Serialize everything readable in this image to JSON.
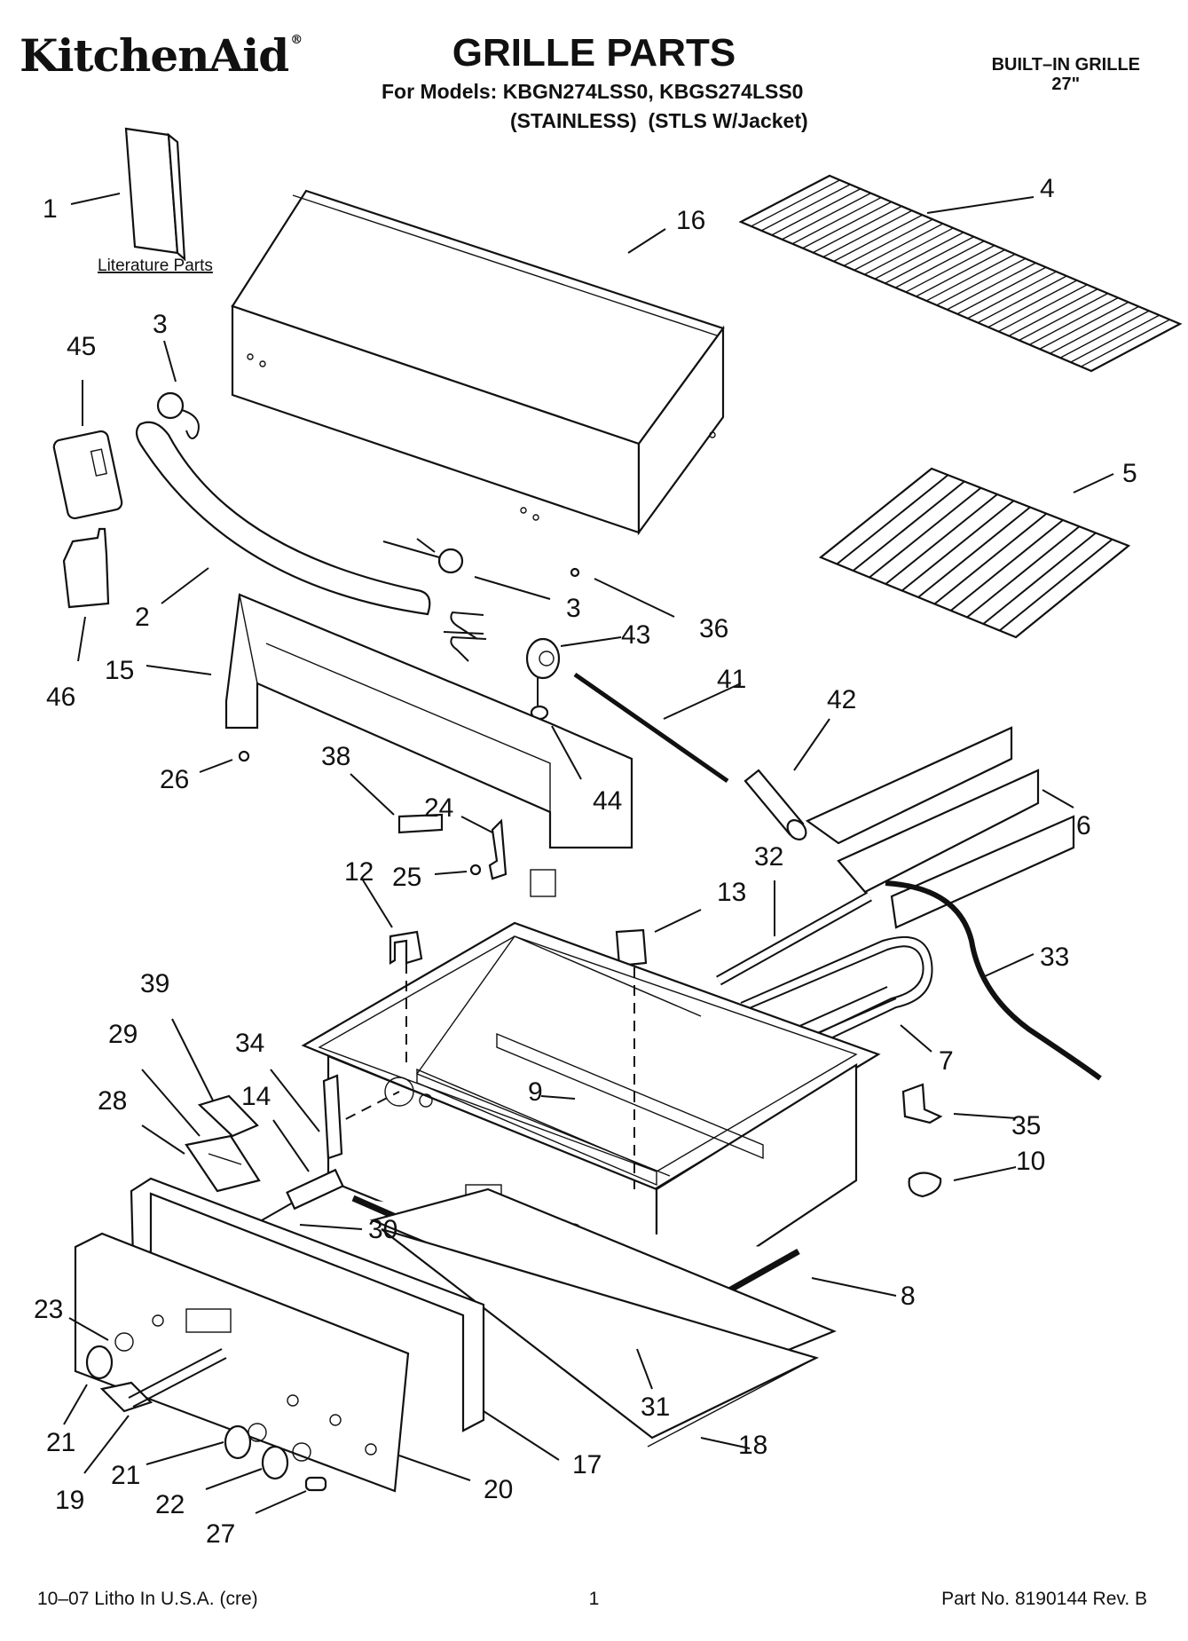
{
  "header": {
    "brand": "KitchenAid",
    "brand_mark": "®",
    "title": "GRILLE PARTS",
    "models_line": "For Models: KBGN274LSS0, KBGS274LSS0",
    "variants_line": "(STAINLESS)  (STLS W/Jacket)",
    "product_type": "BUILT–IN GRILLE",
    "product_size": "27\""
  },
  "literature_label": "Literature Parts",
  "callouts": [
    "1",
    "16",
    "4",
    "3",
    "45",
    "5",
    "2",
    "3",
    "36",
    "43",
    "15",
    "46",
    "41",
    "42",
    "26",
    "38",
    "44",
    "24",
    "6",
    "12",
    "25",
    "32",
    "13",
    "33",
    "39",
    "7",
    "29",
    "34",
    "35",
    "28",
    "14",
    "9",
    "10",
    "30",
    "8",
    "23",
    "31",
    "21",
    "17",
    "18",
    "19",
    "21",
    "22",
    "20",
    "27"
  ],
  "footer": {
    "left": "10–07 Litho In U.S.A. (cre)",
    "center": "1",
    "right": "Part No. 8190144 Rev. B"
  }
}
